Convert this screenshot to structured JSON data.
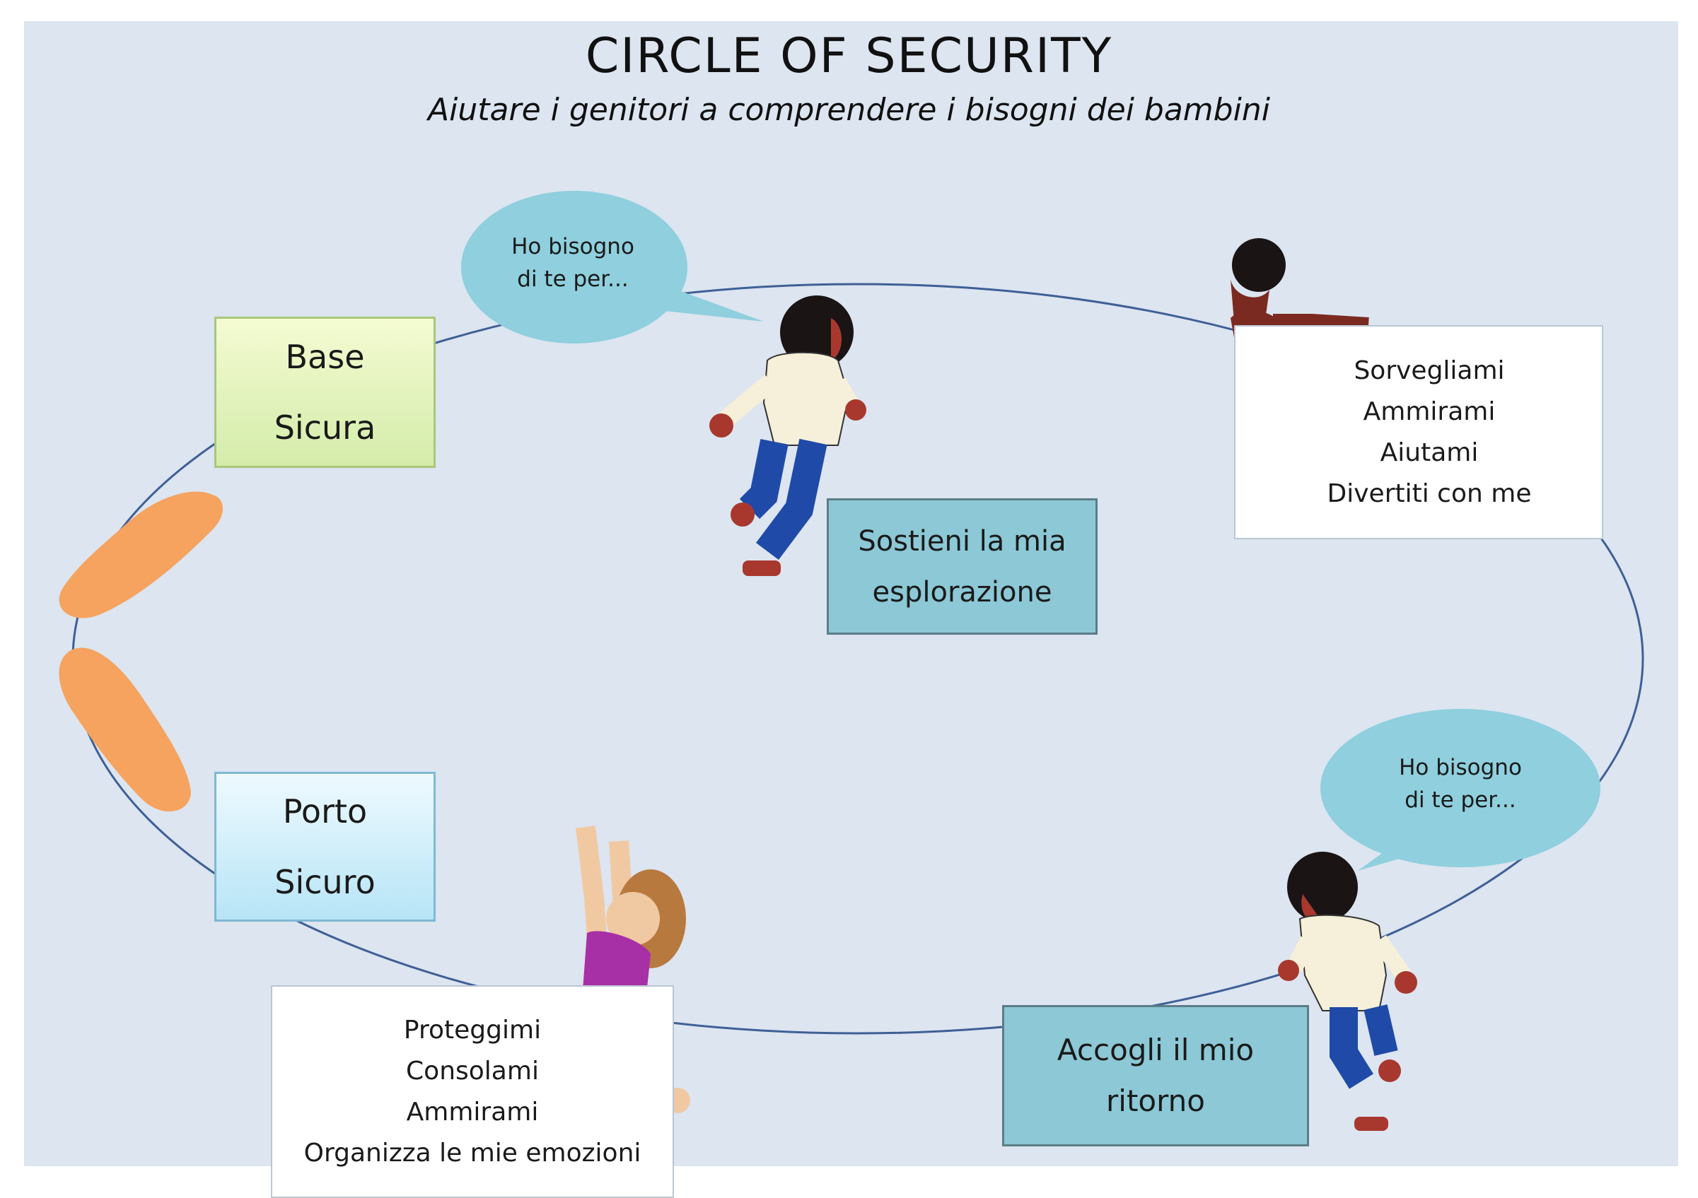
{
  "title": "CIRCLE OF SECURITY",
  "subtitle": "Aiutare i genitori a comprendere i bisogni dei bambini",
  "base_box": {
    "line1": "Base",
    "line2": "Sicura"
  },
  "porto_box": {
    "line1": "Porto",
    "line2": "Sicuro"
  },
  "bubble_top": {
    "line1": "Ho bisogno",
    "line2": "di te per..."
  },
  "bubble_right": {
    "line1": "Ho bisogno",
    "line2": "di te per..."
  },
  "explore_box": {
    "line1": "Sostieni la mia",
    "line2": "esplorazione"
  },
  "return_box": {
    "line1": "Accogli il mio",
    "line2": "ritorno"
  },
  "top_needs": [
    "Sorvegliami",
    "Ammirami",
    "Aiutami",
    "Divertiti con me"
  ],
  "bottom_needs": [
    "Proteggimi",
    "Consolami",
    "Ammirami",
    "Organizza le mie emozioni"
  ],
  "colors": {
    "background": "#dce5f0",
    "circle": "#3f5f96",
    "hands": "#f5a35f",
    "bubble": "#8fcfde",
    "base_box": "#dff2b8",
    "porto_box": "#ccecf8",
    "teal_box": "#8cc8d6"
  },
  "icons": [
    "child-walking-away-icon",
    "toddler-climbing-icon",
    "child-returning-icon",
    "baby-reaching-up-icon",
    "caring-hands-icon"
  ]
}
